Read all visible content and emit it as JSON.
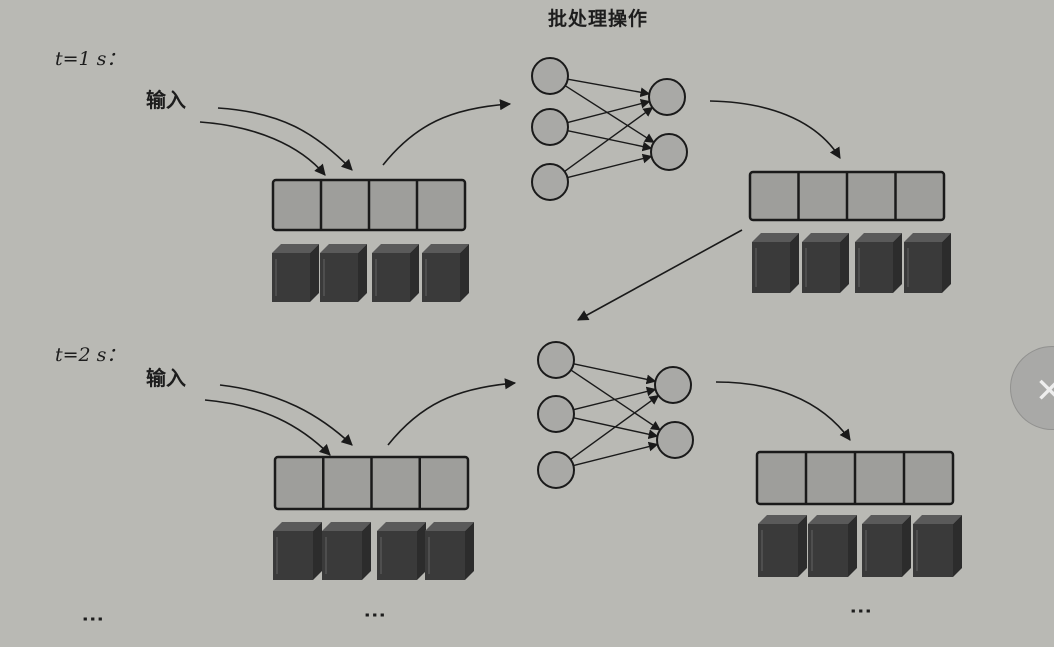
{
  "title": "批处理操作",
  "rows": [
    {
      "time_label": "t=1 s：",
      "input_label": "输入"
    },
    {
      "time_label": "t=2 s：",
      "input_label": "输入"
    }
  ],
  "ellipsis": "⋮",
  "close_icon": "x-icon",
  "colors": {
    "background": "#b9b9b4",
    "cell": "#9e9e9b",
    "node": "#a9a9a6",
    "server": "#3a3a3a",
    "line": "#1a1a1a"
  }
}
